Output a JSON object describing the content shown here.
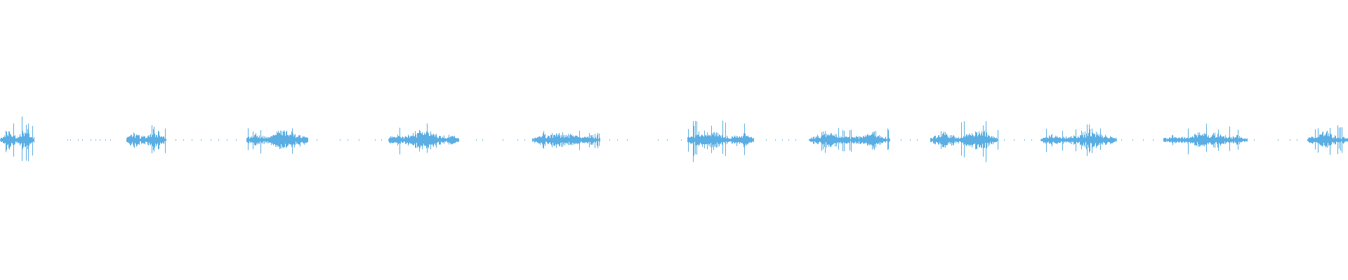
{
  "waveform": {
    "color": "#5aaee3",
    "background": "#ffffff",
    "baseline_visible": false,
    "note": "",
    "segments": [
      {
        "start": 0.0,
        "end": 0.025,
        "peak": 0.18,
        "body": 0.07
      },
      {
        "start": 0.094,
        "end": 0.123,
        "peak": 0.1,
        "body": 0.06
      },
      {
        "start": 0.183,
        "end": 0.228,
        "peak": 0.11,
        "body": 0.06
      },
      {
        "start": 0.288,
        "end": 0.34,
        "peak": 0.14,
        "body": 0.06
      },
      {
        "start": 0.395,
        "end": 0.445,
        "peak": 0.08,
        "body": 0.05
      },
      {
        "start": 0.51,
        "end": 0.559,
        "peak": 0.16,
        "body": 0.06
      },
      {
        "start": 0.6,
        "end": 0.66,
        "peak": 0.1,
        "body": 0.05
      },
      {
        "start": 0.69,
        "end": 0.74,
        "peak": 0.16,
        "body": 0.06
      },
      {
        "start": 0.772,
        "end": 0.828,
        "peak": 0.11,
        "body": 0.05
      },
      {
        "start": 0.863,
        "end": 0.925,
        "peak": 0.12,
        "body": 0.05
      },
      {
        "start": 0.97,
        "end": 1.0,
        "peak": 0.12,
        "body": 0.05
      }
    ],
    "sparse_ticks": [
      0.05,
      0.052,
      0.058,
      0.061,
      0.067,
      0.071,
      0.074,
      0.078,
      0.082,
      0.13,
      0.136,
      0.142,
      0.149,
      0.156,
      0.162,
      0.168,
      0.175,
      0.235,
      0.252,
      0.258,
      0.266,
      0.278,
      0.283,
      0.353,
      0.358,
      0.373,
      0.384,
      0.389,
      0.452,
      0.458,
      0.465,
      0.488,
      0.495,
      0.505,
      0.568,
      0.575,
      0.58,
      0.585,
      0.59,
      0.668,
      0.675,
      0.68,
      0.745,
      0.752,
      0.76,
      0.765,
      0.832,
      0.84,
      0.848,
      0.855,
      0.93,
      0.948,
      0.957,
      0.962
    ]
  }
}
